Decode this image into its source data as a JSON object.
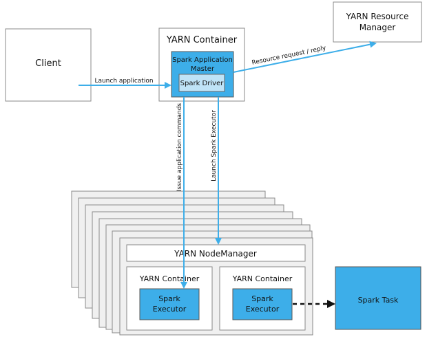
{
  "labels": {
    "client": "Client",
    "yarn_container_top": "YARN Container",
    "spark_app_master_line1": "Spark Application",
    "spark_app_master_line2": "Master",
    "spark_driver": "Spark Driver",
    "resource_manager_line1": "YARN Resource",
    "resource_manager_line2": "Manager",
    "launch_application": "Launch application",
    "resource_request": "Resource request / reply",
    "issue_commands": "Issue application commands",
    "launch_executor": "Launch Spark Executor",
    "node_manager": "YARN NodeManager",
    "yarn_container_left": "YARN Container",
    "yarn_container_right": "YARN Container",
    "executor_left_line1": "Spark",
    "executor_left_line2": "Executor",
    "executor_right_line1": "Spark",
    "executor_right_line2": "Executor",
    "spark_task": "Spark Task"
  },
  "colors": {
    "accent_blue": "#3daee9",
    "light_blue": "#bfe3f7",
    "box_gray": "#f0f0f0",
    "stroke_gray": "#888888"
  }
}
